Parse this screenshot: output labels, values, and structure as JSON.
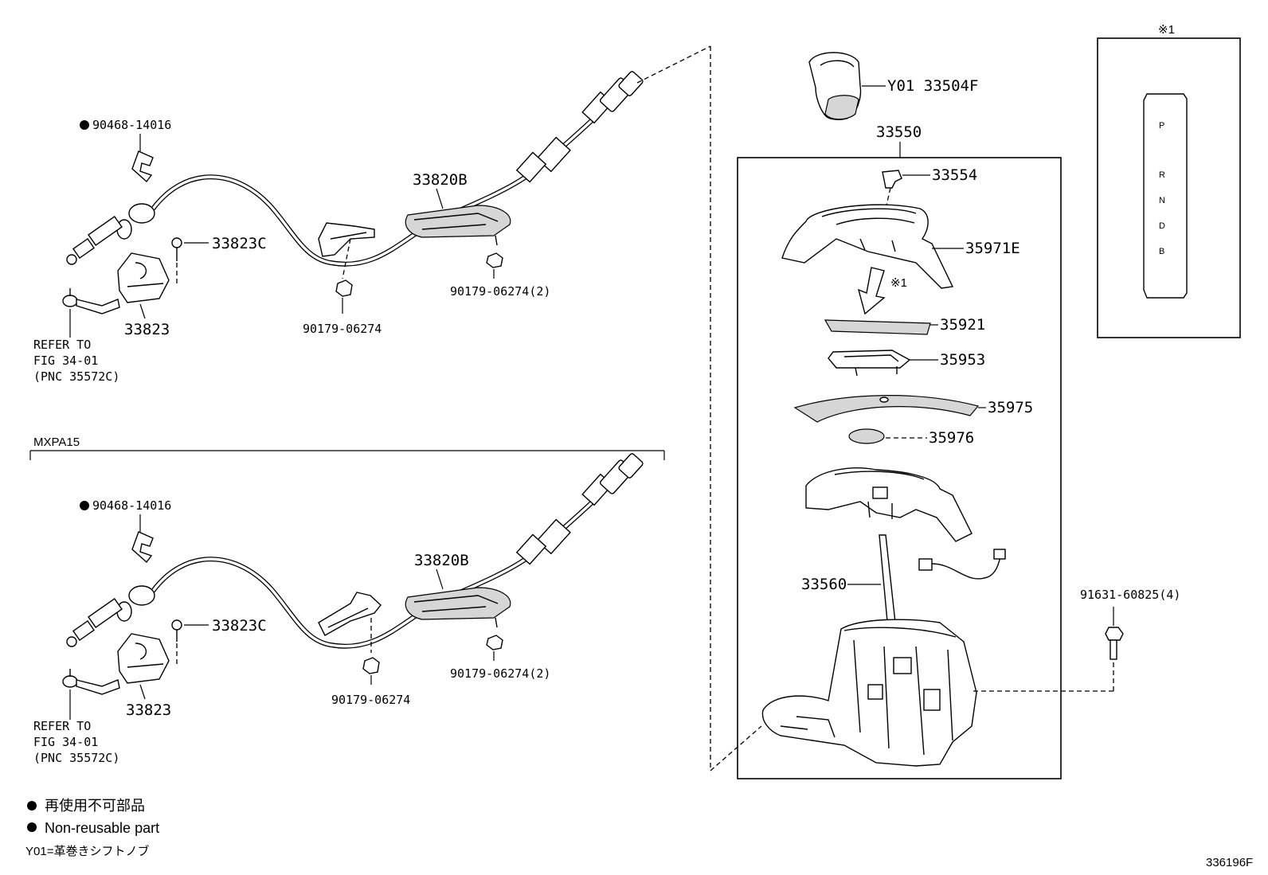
{
  "upper_assembly": {
    "clip_label": "90468-14016",
    "bolt_label": "33823C",
    "bracket_label": "33823",
    "cable_label": "33820B",
    "nut_label": "90179-06274",
    "nut2_label": "90179-06274(2)",
    "refer_line1": "REFER TO",
    "refer_line2": "FIG 34-01",
    "refer_line3": "(PNC 35572C)"
  },
  "variant_label": "MXPA15",
  "lower_assembly": {
    "clip_label": "90468-14016",
    "bolt_label": "33823C",
    "bracket_label": "33823",
    "cable_label": "33820B",
    "nut_label": "90179-06274",
    "nut2_label": "90179-06274(2)",
    "refer_line1": "REFER TO",
    "refer_line2": "FIG 34-01",
    "refer_line3": "(PNC 35572C)"
  },
  "shifter": {
    "knob_label": "Y01 33504F",
    "assy_label": "33550",
    "p33554": "33554",
    "p35971E": "35971E",
    "note_mark": "※1",
    "p35921": "35921",
    "p35953": "35953",
    "p35975": "35975",
    "p35976": "35976",
    "p33560": "33560",
    "screw_label": "91631-60825(4)"
  },
  "inset": {
    "title": "※1",
    "positions": [
      "P",
      "R",
      "N",
      "D",
      "B"
    ]
  },
  "legend": {
    "jp_nonreusable": "再使用不可部品",
    "en_nonreusable": "Non-reusable part",
    "y01_note": "Y01=革巻きシフトノブ"
  },
  "figure_id": "336196F"
}
